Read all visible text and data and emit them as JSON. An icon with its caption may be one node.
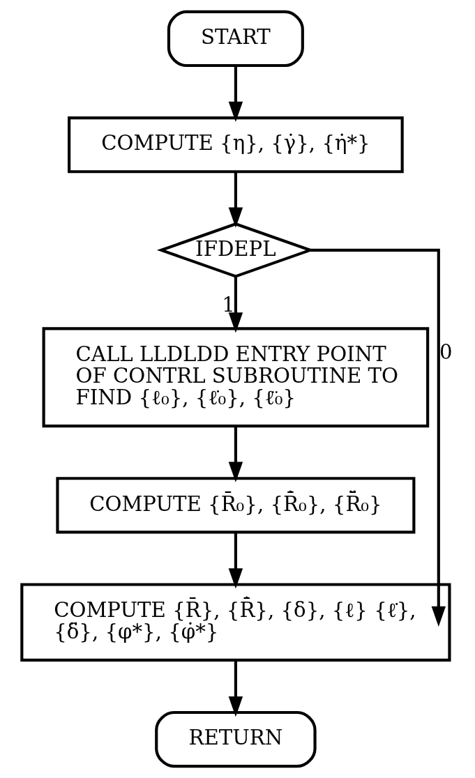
{
  "diagram": {
    "nodes": [
      {
        "text": [
          "START"
        ]
      },
      {
        "text": [
          "COMPUTE {η}, {γ̇}, {η̇*}"
        ]
      },
      {
        "text": [
          "IFDEPL"
        ]
      },
      {
        "text": [
          "CALL LLDLDD ENTRY POINT OF CONTRL SUBROUTINE TO FIND {ℓ₀}, {ℓ̇₀}, {ℓ̈₀}"
        ]
      },
      {
        "text": [
          "COMPUTE {R̄₀}, {R̄̇₀}, {R̄̈₀}"
        ]
      },
      {
        "text": [
          "COMPUTE {R̄}, {R̄̇}, {δ}, {ℓ} {ℓ̇}, {δ̈}, {φ*}, {φ̇*}"
        ]
      },
      {
        "text": [
          "RETURN"
        ]
      }
    ],
    "edges": [
      {
        "from": 0,
        "to": 1,
        "arrow": "to"
      },
      {
        "from": 1,
        "to": 2,
        "arrow": "to"
      },
      {
        "from": 2,
        "to": 5,
        "arrow": "to",
        "label": "0"
      },
      {
        "from": 2,
        "to": 3,
        "arrow": "to",
        "label": "1"
      },
      {
        "from": 3,
        "to": 4,
        "arrow": "to"
      },
      {
        "from": 4,
        "to": 5,
        "arrow": "to"
      },
      {
        "from": 5,
        "to": 6,
        "arrow": "to"
      }
    ]
  }
}
